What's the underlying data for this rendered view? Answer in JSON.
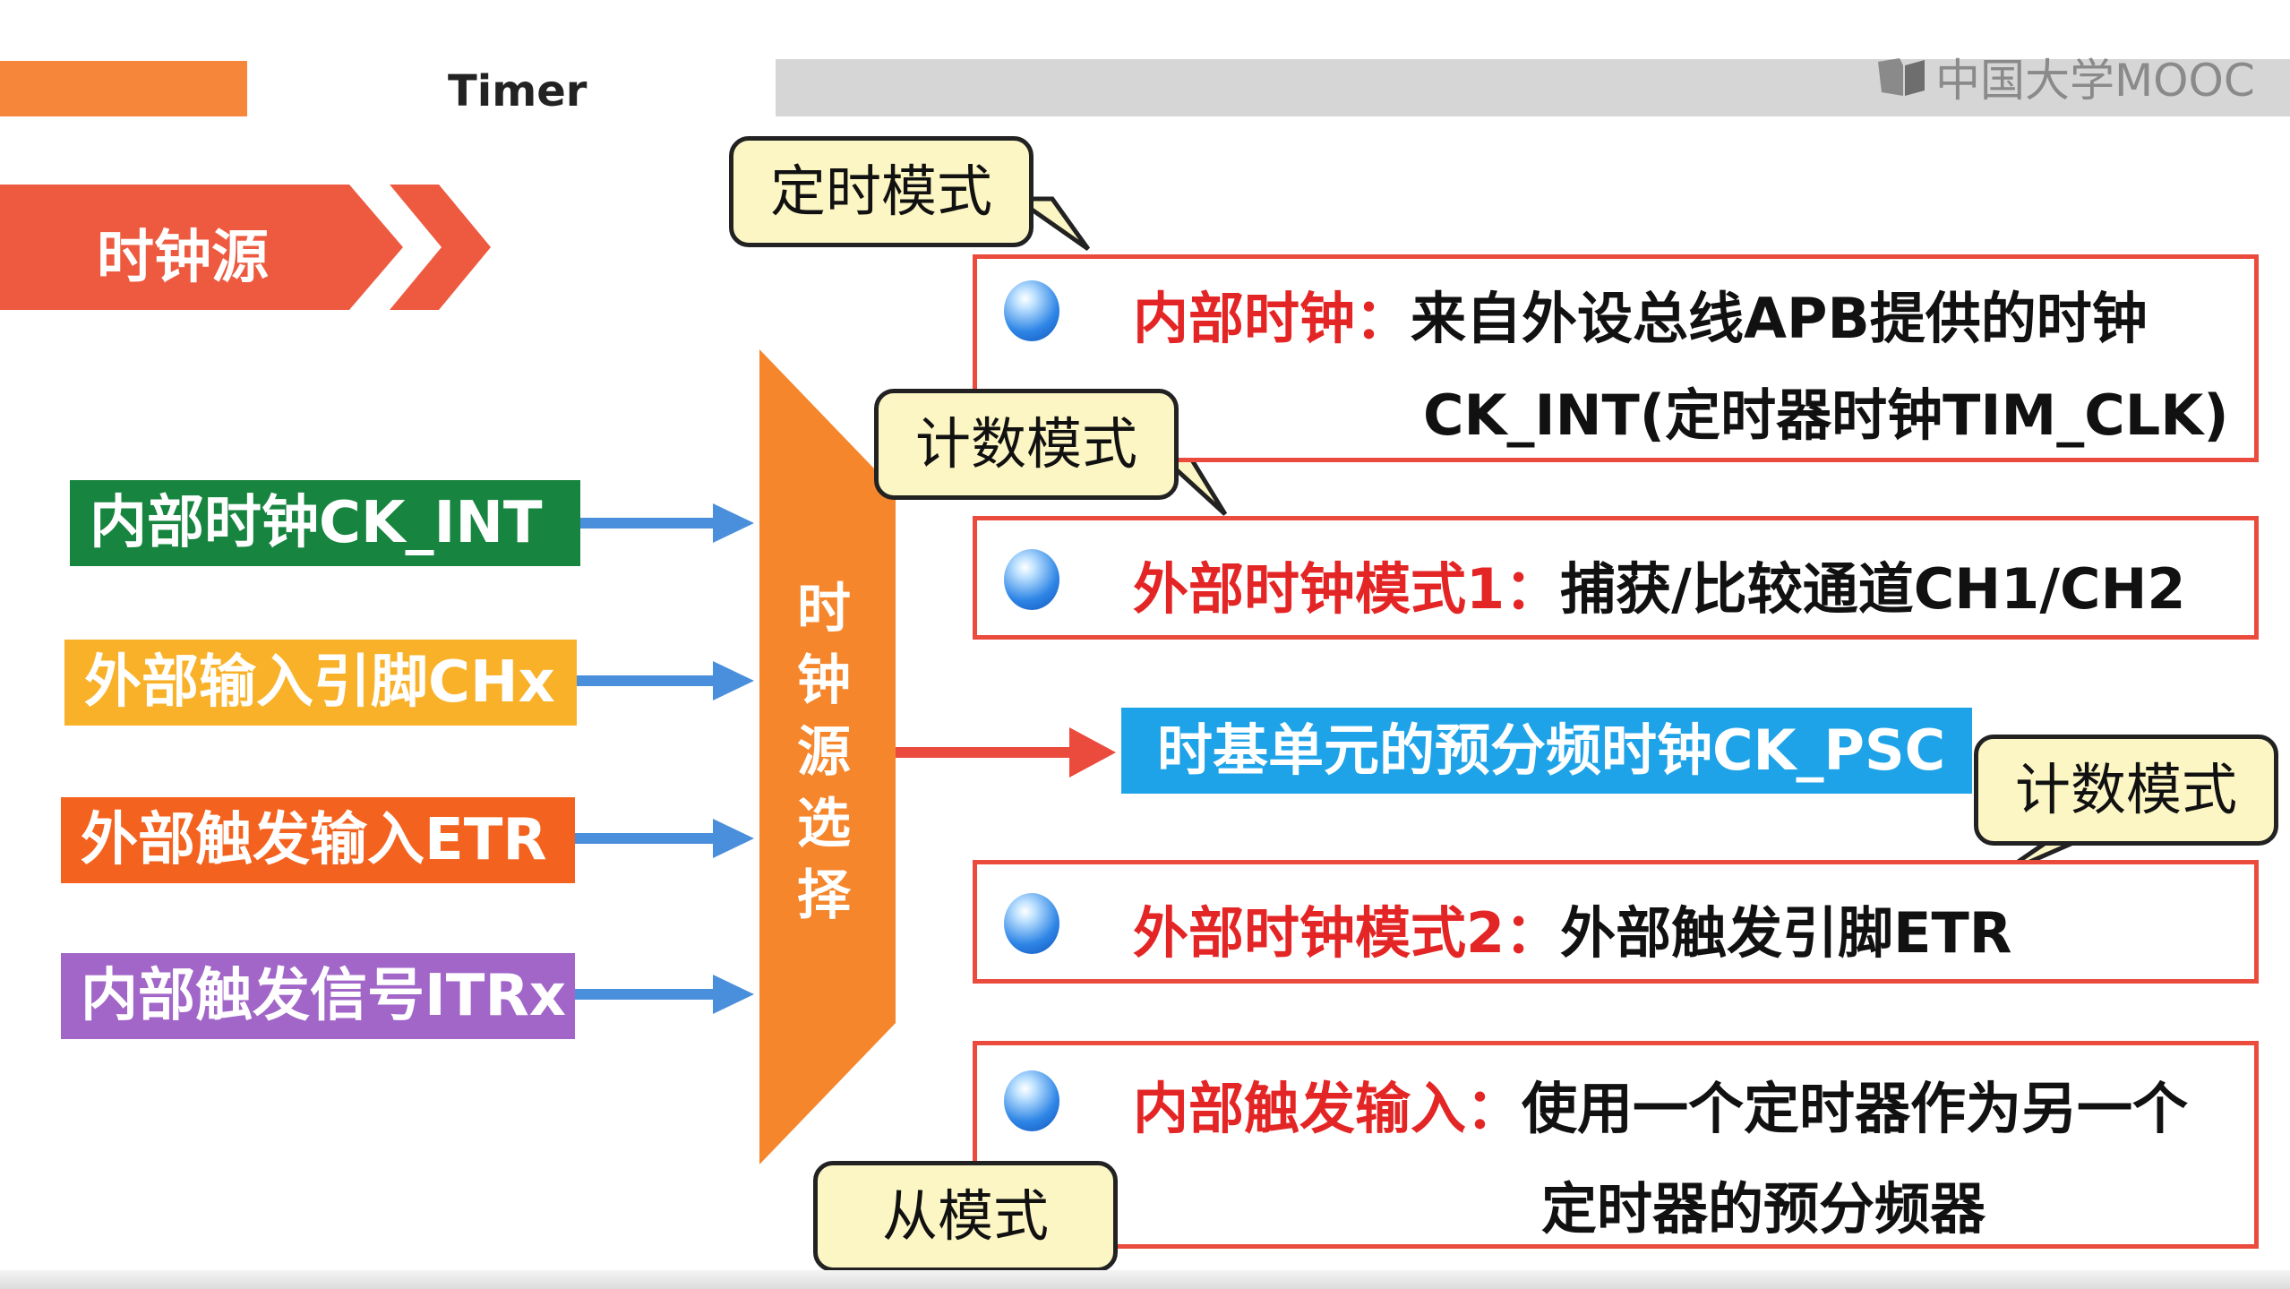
{
  "header": {
    "title": "Timer",
    "logo_text": "中国大学MOOC"
  },
  "section": {
    "label": "时钟源"
  },
  "sources": [
    {
      "label": "内部时钟CK_INT",
      "color": "#17853f"
    },
    {
      "label": "外部输入引脚CHx",
      "color": "#f9b12a"
    },
    {
      "label": "外部触发输入ETR",
      "color": "#f3631f"
    },
    {
      "label": "内部触发信号ITRx",
      "color": "#a166c8"
    }
  ],
  "selector": {
    "label": "时钟源选择",
    "color": "#f5862c"
  },
  "output": {
    "label": "时基单元的预分频时钟CK_PSC"
  },
  "modes": [
    {
      "title": "内部时钟：",
      "desc_line1": "来自外设总线APB提供的时钟",
      "desc_line2": "CK_INT(定时器时钟TIM_CLK)"
    },
    {
      "title": "外部时钟模式1：",
      "desc_line1": "捕获/比较通道CH1/CH2"
    },
    {
      "title": "外部时钟模式2：",
      "desc_line1": "外部触发引脚ETR"
    },
    {
      "title": "内部触发输入：",
      "desc_line1": "使用一个定时器作为另一个",
      "desc_line2": "定时器的预分频器"
    }
  ],
  "callouts": {
    "timing_mode": "定时模式",
    "counting_mode_1": "计数模式",
    "counting_mode_2": "计数模式",
    "slave_mode": "从模式"
  },
  "colors": {
    "arrow_blue": "#4a8fdc",
    "arrow_red": "#ea4b3c",
    "box_border": "#ea4b3c",
    "callout_fill": "#fcf6c4"
  }
}
